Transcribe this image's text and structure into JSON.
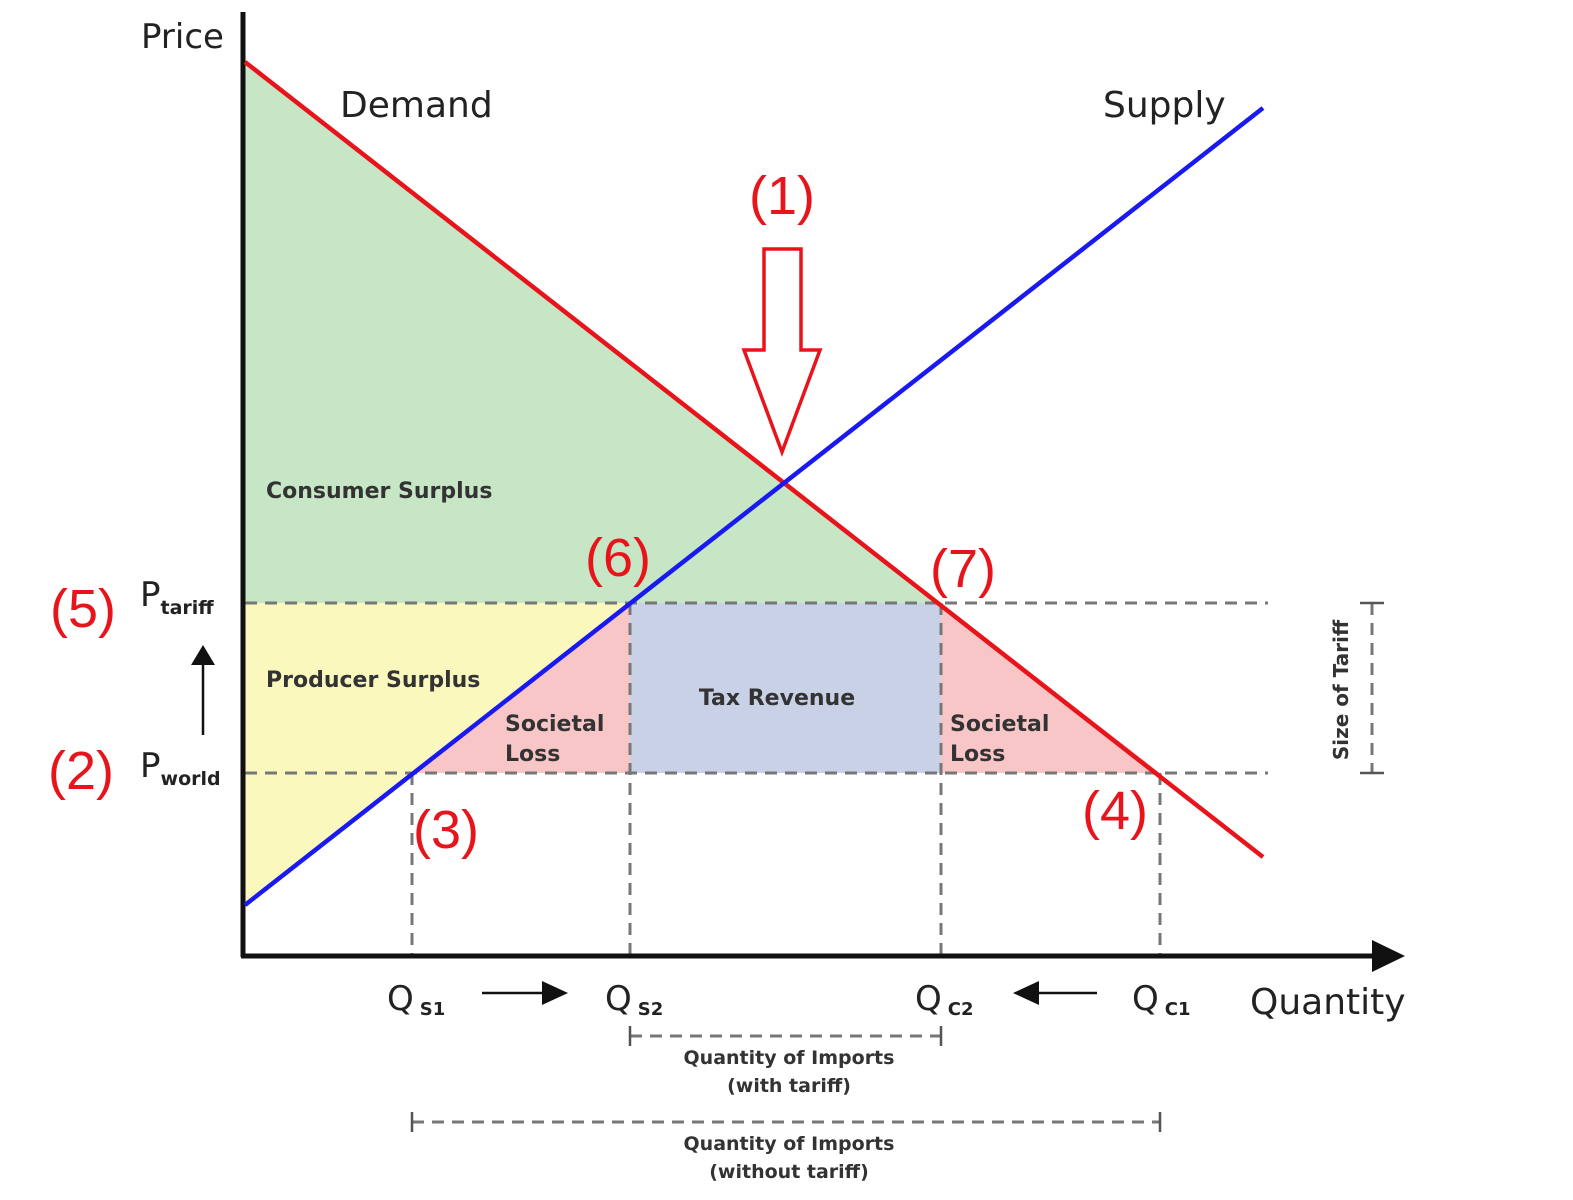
{
  "axes": {
    "y_label": "Price",
    "x_label": "Quantity"
  },
  "curves": {
    "demand_label": "Demand",
    "supply_label": "Supply",
    "demand_color": "#e8141c",
    "supply_color": "#1a1af0"
  },
  "prices": {
    "tariff_main": "P",
    "tariff_sub": "tariff",
    "world_main": "P",
    "world_sub": "world"
  },
  "quantities": {
    "qs1_main": "Q",
    "qs1_sub": "S1",
    "qs2_main": "Q",
    "qs2_sub": "S2",
    "qc2_main": "Q",
    "qc2_sub": "C2",
    "qc1_main": "Q",
    "qc1_sub": "C1"
  },
  "regions": {
    "consumer_surplus": "Consumer Surplus",
    "producer_surplus": "Producer Surplus",
    "tax_revenue": "Tax Revenue",
    "societal_loss_left_line1": "Societal",
    "societal_loss_left_line2": "Loss",
    "societal_loss_right_line1": "Societal",
    "societal_loss_right_line2": "Loss",
    "consumer_color": "#c6e6c6",
    "producer_color": "#fbf8bd",
    "tax_color": "#c8d1e6",
    "loss_color": "#f8c6c6"
  },
  "annotations": {
    "n1": "(1)",
    "n2": "(2)",
    "n3": "(3)",
    "n4": "(4)",
    "n5": "(5)",
    "n6": "(6)",
    "n7": "(7)",
    "annotation_color": "#e8141c",
    "size_of_tariff": "Size of Tariff",
    "imports_with_line1": "Quantity of Imports",
    "imports_with_line2": "(with tariff)",
    "imports_without_line1": "Quantity of Imports",
    "imports_without_line2": "(without tariff)"
  }
}
